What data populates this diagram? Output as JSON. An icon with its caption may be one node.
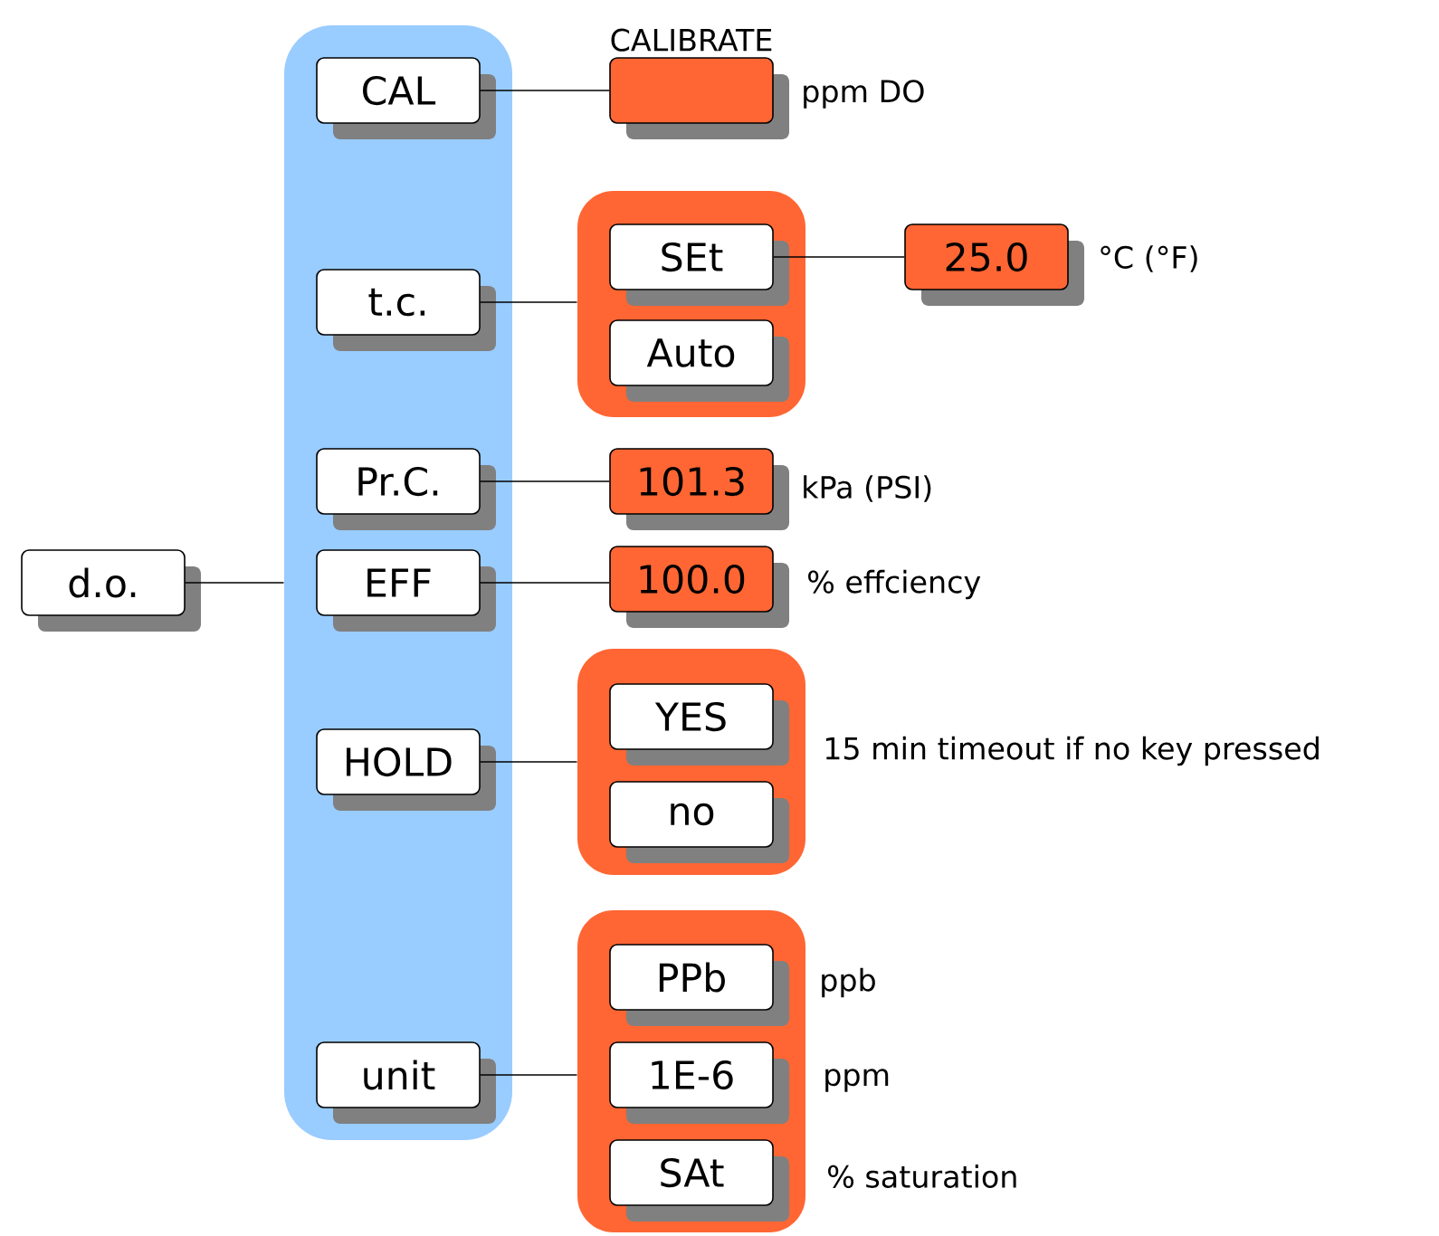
{
  "diagram": {
    "nodes": [
      {
        "text": [
          "d.o."
        ]
      },
      {
        "text": [],
        "shape": "box"
      },
      {
        "text": [
          "CAL"
        ],
        "in": 1
      },
      {
        "text": [
          "t.c."
        ],
        "in": 1
      },
      {
        "text": [
          "Pr.C."
        ],
        "in": 1
      },
      {
        "text": [
          "EFF"
        ],
        "in": 1
      },
      {
        "text": [
          "HOLD"
        ],
        "in": 1
      },
      {
        "text": [
          "unit"
        ],
        "in": 1
      },
      {
        "text": [
          "CALIBRATE"
        ],
        "beside": [
          "ppm DO"
        ]
      },
      {
        "text": [],
        "shape": "box"
      },
      {
        "text": [
          "SEt"
        ],
        "in": 9
      },
      {
        "text": [
          "Auto"
        ],
        "in": 9
      },
      {
        "text": [
          "25.0"
        ],
        "beside": [
          "°C (°F)"
        ]
      },
      {
        "text": [
          "101.3"
        ],
        "beside": [
          "kPa (PSI)"
        ]
      },
      {
        "text": [
          "100.0"
        ],
        "beside": [
          "% effciency"
        ]
      },
      {
        "text": [],
        "shape": "box",
        "beside": [
          "15 min timeout if no key pressed"
        ]
      },
      {
        "text": [
          "YES"
        ],
        "in": 15
      },
      {
        "text": [
          "no"
        ],
        "in": 15
      },
      {
        "text": [],
        "shape": "box"
      },
      {
        "text": [
          "PPb"
        ],
        "in": 18,
        "beside": [
          "ppb"
        ]
      },
      {
        "text": [
          "1E-6"
        ],
        "in": 18,
        "beside": [
          "ppm"
        ]
      },
      {
        "text": [
          "SAt"
        ],
        "in": 18,
        "beside": [
          "% saturation"
        ]
      }
    ],
    "edges": [
      {
        "from": 0,
        "to": 1,
        "arrow": "none"
      },
      {
        "from": 2,
        "to": 8,
        "arrow": "none"
      },
      {
        "from": 3,
        "to": 9,
        "arrow": "none"
      },
      {
        "from": 10,
        "to": 12,
        "arrow": "none"
      },
      {
        "from": 4,
        "to": 13,
        "arrow": "none"
      },
      {
        "from": 5,
        "to": 14,
        "arrow": "none"
      },
      {
        "from": 6,
        "to": 15,
        "arrow": "none"
      },
      {
        "from": 7,
        "to": 18,
        "arrow": "none"
      }
    ]
  }
}
